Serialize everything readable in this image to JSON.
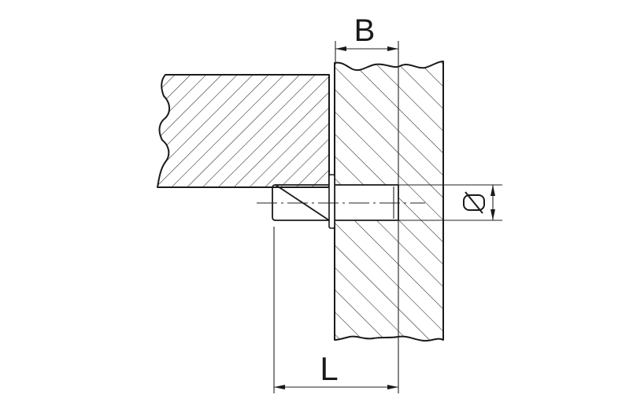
{
  "drawing": {
    "type": "technical-section-drawing",
    "subject": "shelf support pin inserted through wall with shelf resting on it",
    "stroke_color": "#1a1a1a",
    "background": "#ffffff"
  },
  "dimensions": {
    "width_label": "B",
    "diameter_label": "Ø",
    "length_label": "L"
  },
  "parts": [
    {
      "name": "shelf",
      "hatch": "45deg-backslash"
    },
    {
      "name": "wall",
      "hatch": "45deg-slash"
    },
    {
      "name": "pin",
      "hatch": "none"
    },
    {
      "name": "plate",
      "hatch": "none"
    }
  ]
}
